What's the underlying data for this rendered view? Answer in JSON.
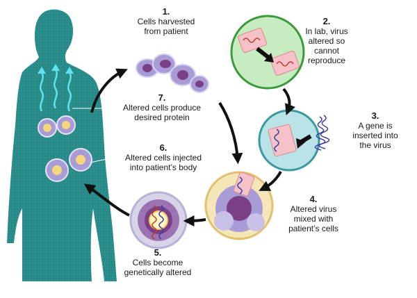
{
  "steps": [
    {
      "number": "1.",
      "text": "Cells harvested\nfrom patient"
    },
    {
      "number": "2.",
      "text": "In lab, virus\naltered so\ncannot\nreproduce"
    },
    {
      "number": "3.",
      "text": "A gene is\ninserted into\nthe virus"
    },
    {
      "number": "4.",
      "text": "Altered virus\nmixed with\npatient’s cells"
    },
    {
      "number": "5.",
      "text": "Cells become\ngenetically altered"
    },
    {
      "number": "6.",
      "text": "Altered cells injected\ninto patient’s body"
    },
    {
      "number": "7.",
      "text": "Altered cells produce\ndesired protein"
    }
  ],
  "colors": {
    "body": "#2a8f8d",
    "cell_fill": "#a89bd6",
    "nucleus": "#7b3f86",
    "virus": "#f4c2c8",
    "lab_dish": "#c8ecc2",
    "infused_cell": "#b9e3e7",
    "arrow": "#111111",
    "protein_arrows": "#5fe3f0",
    "gene": "#3a3aa6"
  }
}
